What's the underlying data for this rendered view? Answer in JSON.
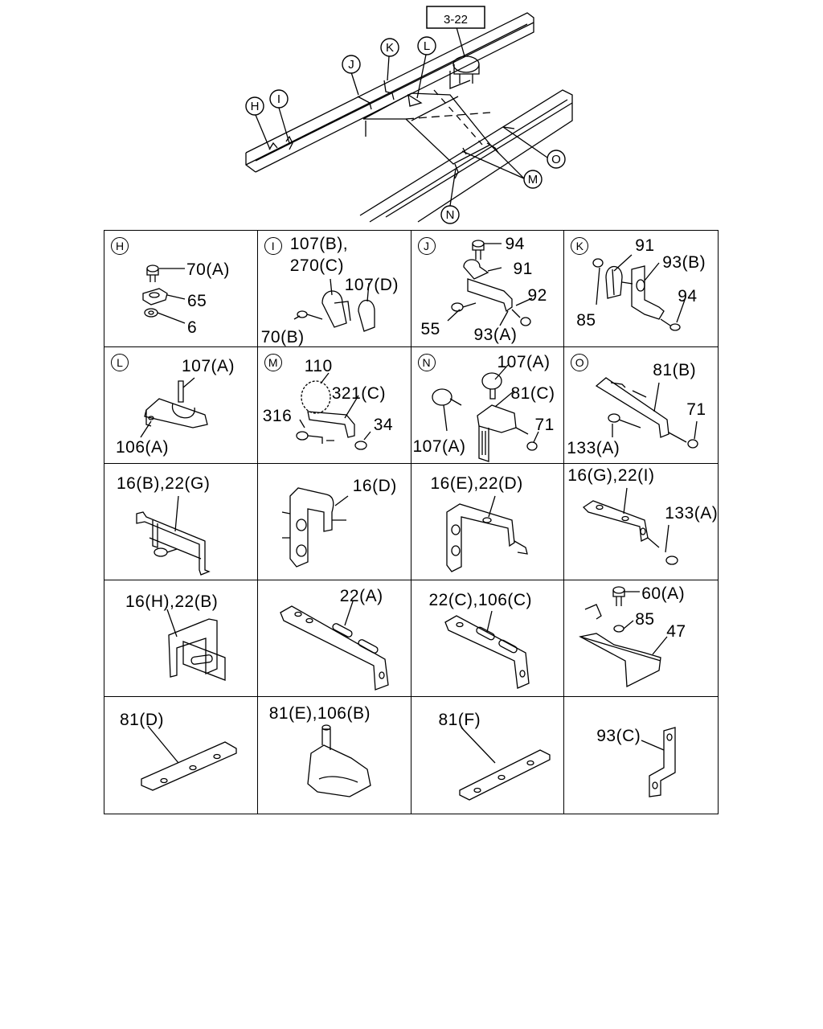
{
  "overview": {
    "ref_box": "3-22",
    "callouts": [
      "H",
      "I",
      "J",
      "K",
      "L",
      "M",
      "N",
      "O"
    ]
  },
  "cells": [
    {
      "badge": "H",
      "labels": [
        "70(A)",
        "65",
        "6"
      ]
    },
    {
      "badge": "I",
      "labels": [
        "107(B),",
        "270(C)",
        "107(D)",
        "70(B)"
      ]
    },
    {
      "badge": "J",
      "labels": [
        "94",
        "91",
        "92",
        "55",
        "93(A)"
      ]
    },
    {
      "badge": "K",
      "labels": [
        "91",
        "93(B)",
        "85",
        "94"
      ]
    },
    {
      "badge": "L",
      "labels": [
        "107(A)",
        "106(A)"
      ]
    },
    {
      "badge": "M",
      "labels": [
        "110",
        "321(C)",
        "316",
        "34"
      ]
    },
    {
      "badge": "N",
      "labels": [
        "107(A)",
        "81(C)",
        "71",
        "107(A)"
      ]
    },
    {
      "badge": "O",
      "labels": [
        "81(B)",
        "71",
        "133(A)"
      ]
    },
    {
      "labels": [
        "16(B),22(G)"
      ]
    },
    {
      "labels": [
        "16(D)"
      ]
    },
    {
      "labels": [
        "16(E),22(D)"
      ]
    },
    {
      "labels": [
        "16(G),22(I)",
        "133(A)"
      ]
    },
    {
      "labels": [
        "16(H),22(B)"
      ]
    },
    {
      "labels": [
        "22(A)"
      ]
    },
    {
      "labels": [
        "22(C),106(C)"
      ]
    },
    {
      "labels": [
        "60(A)",
        "85",
        "47"
      ]
    },
    {
      "labels": [
        "81(D)"
      ]
    },
    {
      "labels": [
        "81(E),106(B)"
      ]
    },
    {
      "labels": [
        "81(F)"
      ]
    },
    {
      "labels": [
        "93(C)"
      ]
    }
  ]
}
